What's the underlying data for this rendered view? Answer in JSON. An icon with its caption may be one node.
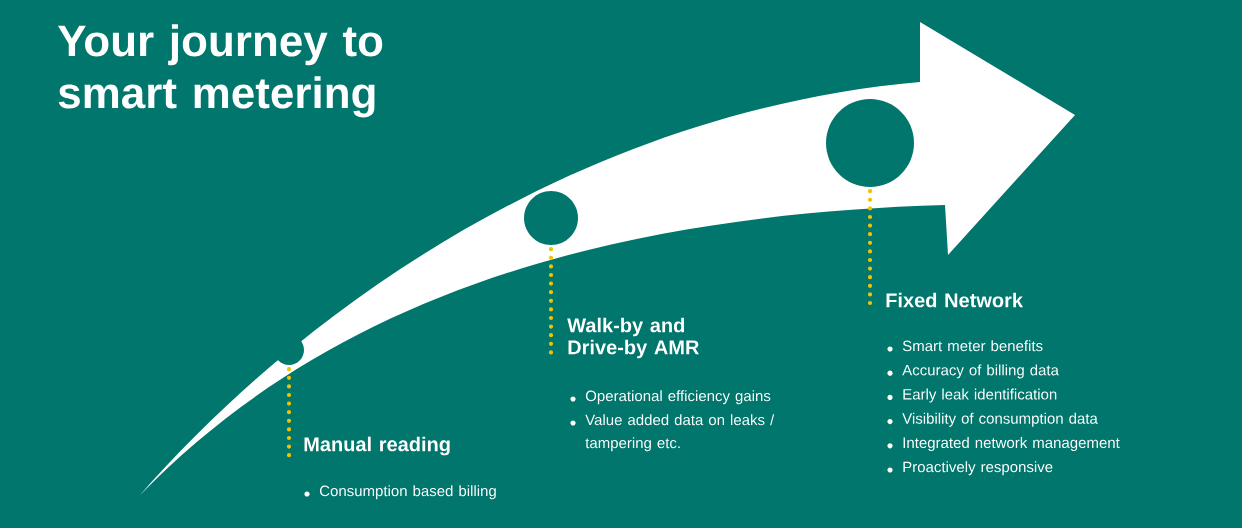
{
  "diagram": {
    "title": "Your journey to smart metering",
    "nodes": [
      {
        "text": [],
        "shape": "circle"
      },
      {
        "text": [
          "Manual reading"
        ],
        "beside": [
          "Consumption based billing"
        ]
      },
      {
        "text": [],
        "shape": "circle"
      },
      {
        "text": [
          "Walk-by and Drive-by AMR"
        ],
        "beside": [
          "Operational efficiency gains",
          "Value added data on leaks / tampering etc."
        ]
      },
      {
        "text": [],
        "shape": "circle"
      },
      {
        "text": [
          "Fixed Network"
        ],
        "beside": [
          "Smart meter benefits",
          "Accuracy of billing data",
          "Early leak identification",
          "Visibility of consumption data",
          "Integrated network management",
          "Proactively responsive"
        ]
      }
    ],
    "edges": [
      {
        "from": 0,
        "to": 1,
        "arrow": "none"
      },
      {
        "from": 2,
        "to": 3,
        "arrow": "none"
      },
      {
        "from": 4,
        "to": 5,
        "arrow": "none"
      }
    ]
  }
}
